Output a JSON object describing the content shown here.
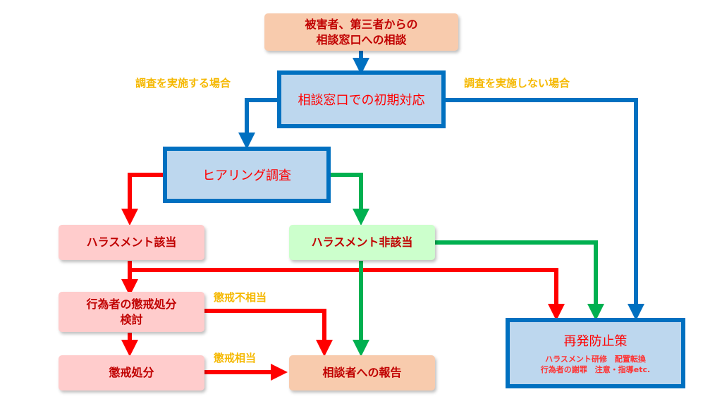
{
  "colors": {
    "blue": "#0070c0",
    "red": "#ff0000",
    "green": "#00b050",
    "label": "#f5b800"
  },
  "nodes": {
    "consult": {
      "line1": "被害者、第三者からの",
      "line2": "相談窓口への相談"
    },
    "initial": "相談窓口での初期対応",
    "hearing": "ヒアリング調査",
    "harassment_yes": "ハラスメント該当",
    "harassment_no": "ハラスメント非該当",
    "discipline_review": {
      "line1": "行為者の懲戒処分",
      "line2": "検討"
    },
    "discipline": "懲戒処分",
    "report": "相談者への報告",
    "prevention": {
      "title": "再発防止策",
      "line1": "ハラスメント研修　配置転換",
      "line2": "行為者の謝罪　注意・指導etc."
    }
  },
  "labels": {
    "investigate": "調査を実施する場合",
    "no_investigate": "調査を実施しない場合",
    "not_appropriate": "懲戒不相当",
    "appropriate": "懲戒相当"
  }
}
